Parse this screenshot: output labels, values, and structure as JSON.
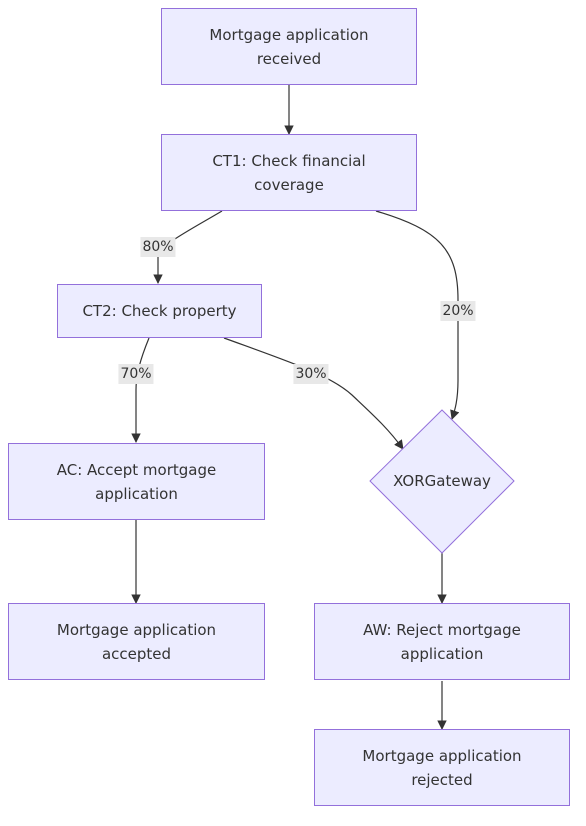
{
  "nodes": {
    "start": "Mortgage application received",
    "ct1": "CT1: Check financial coverage",
    "ct2": "CT2: Check property",
    "gateway": "XORGateway",
    "ac": "AC: Accept mortgage application",
    "aw": "AW: Reject mortgage application",
    "accepted": "Mortgage application accepted",
    "rejected": "Mortgage application rejected"
  },
  "edge_labels": {
    "ct1_ct2": "80%",
    "ct1_gateway": "20%",
    "ct2_ac": "70%",
    "ct2_gateway": "30%"
  },
  "colors": {
    "node_fill": "#ececff",
    "node_border": "#9370db",
    "edge": "#333333",
    "label_bg": "#e8e8e8"
  }
}
